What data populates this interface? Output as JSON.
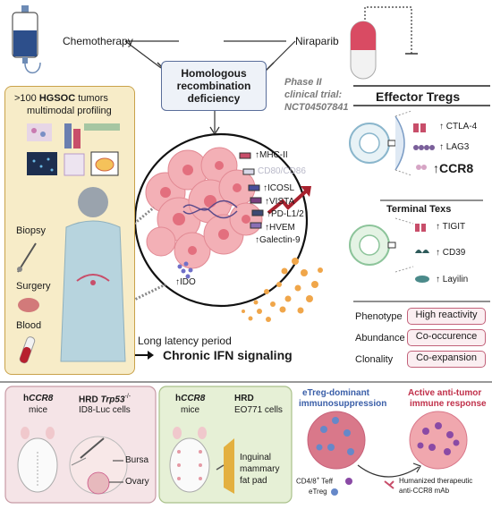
{
  "top": {
    "chemotherapy": "Chemotherapy",
    "niraparib": "Niraparib",
    "hrd_box": "Homologous recombination deficiency",
    "trial_line1": "Phase II",
    "trial_line2": "clinical trial:",
    "trial_line3": "NCT04507841"
  },
  "left_panel": {
    "title_line1": ">100 HGSOC tumors",
    "title_bold": "HGSOC",
    "title_line2": "multimodal profiling",
    "biopsy": "Biopsy",
    "surgery": "Surgery",
    "blood": "Blood",
    "colors": {
      "bg": "#f7ecc8",
      "border": "#c9a24a"
    }
  },
  "center": {
    "markers": [
      "↑MHC-II",
      "CD80/CD86",
      "↑ICOSL",
      "↑VISTA",
      "↑PD-L1/2",
      "↑HVEM",
      "↑Galectin-9"
    ],
    "ido": "↑IDO",
    "long_latency": "Long latency period",
    "chronic_ifn": "Chronic IFN signaling"
  },
  "right": {
    "effector_title": "Effector Tregs",
    "effector_markers": [
      "↑ CTLA-4",
      "↑ LAG3"
    ],
    "ccr8": "↑CCR8",
    "terminal_title": "Terminal Texs",
    "terminal_markers": [
      "↑ TIGIT",
      "↑ CD39",
      "↑ Layilin"
    ],
    "rows": [
      {
        "label": "Phenotype",
        "value": "High reactivity"
      },
      {
        "label": "Abundance",
        "value": "Co-occurence"
      },
      {
        "label": "Clonality",
        "value": "Co-expansion"
      }
    ]
  },
  "bottom": {
    "model1": {
      "mouse_line1": "hCCR8",
      "mouse_line2": "mice",
      "cells_line1": "HRD Trp53-/-",
      "cells_line2": "ID8-Luc cells",
      "bursa": "Bursa",
      "ovary": "Ovary"
    },
    "model2": {
      "mouse_line1": "hCCR8",
      "mouse_line2": "mice",
      "cells_line1": "HRD",
      "cells_line2": "EO771 cells",
      "site_line1": "Inguinal",
      "site_line2": "mammary",
      "site_line3": "fat pad"
    },
    "left_state_line1": "eTreg-dominant",
    "left_state_line2": "immunosuppression",
    "right_state_line1": "Active anti-tumor",
    "right_state_line2": "immune response",
    "legend_teff": "CD4/8+ Teff",
    "legend_etreg": "eTreg",
    "legend_mab_line1": "Humanized therapeutic",
    "legend_mab_line2": "anti-CCR8 mAb",
    "colors": {
      "blue_text": "#3a5ea8",
      "red_text": "#c0304a",
      "pink_bg": "#f5e4e7",
      "green_bg": "#e6f0d6"
    }
  }
}
